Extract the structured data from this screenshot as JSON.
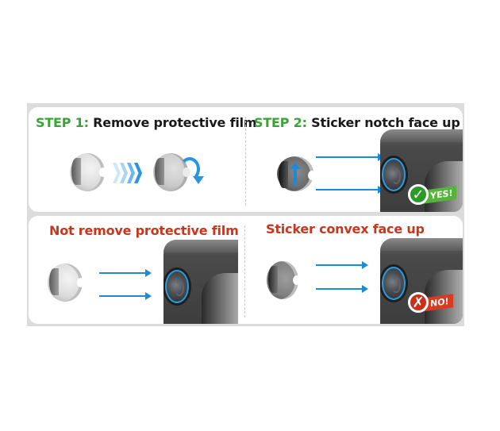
{
  "step1": {
    "step_label": "STEP 1:",
    "title": "Remove protective film"
  },
  "step2": {
    "step_label": "STEP 2:",
    "title": "Sticker notch face up",
    "badge": "YES!"
  },
  "wrong1": {
    "title": "Not remove protective film"
  },
  "wrong2": {
    "title": "Sticker convex face up",
    "badge": "NO!"
  },
  "icons": {
    "check": "✓",
    "cross": "✗"
  },
  "colors": {
    "step_green": "#3aa335",
    "error_red": "#c8361d",
    "arrow_blue": "#1d8ad8",
    "yes_green": "#55b43a",
    "no_red": "#d83b1f"
  }
}
